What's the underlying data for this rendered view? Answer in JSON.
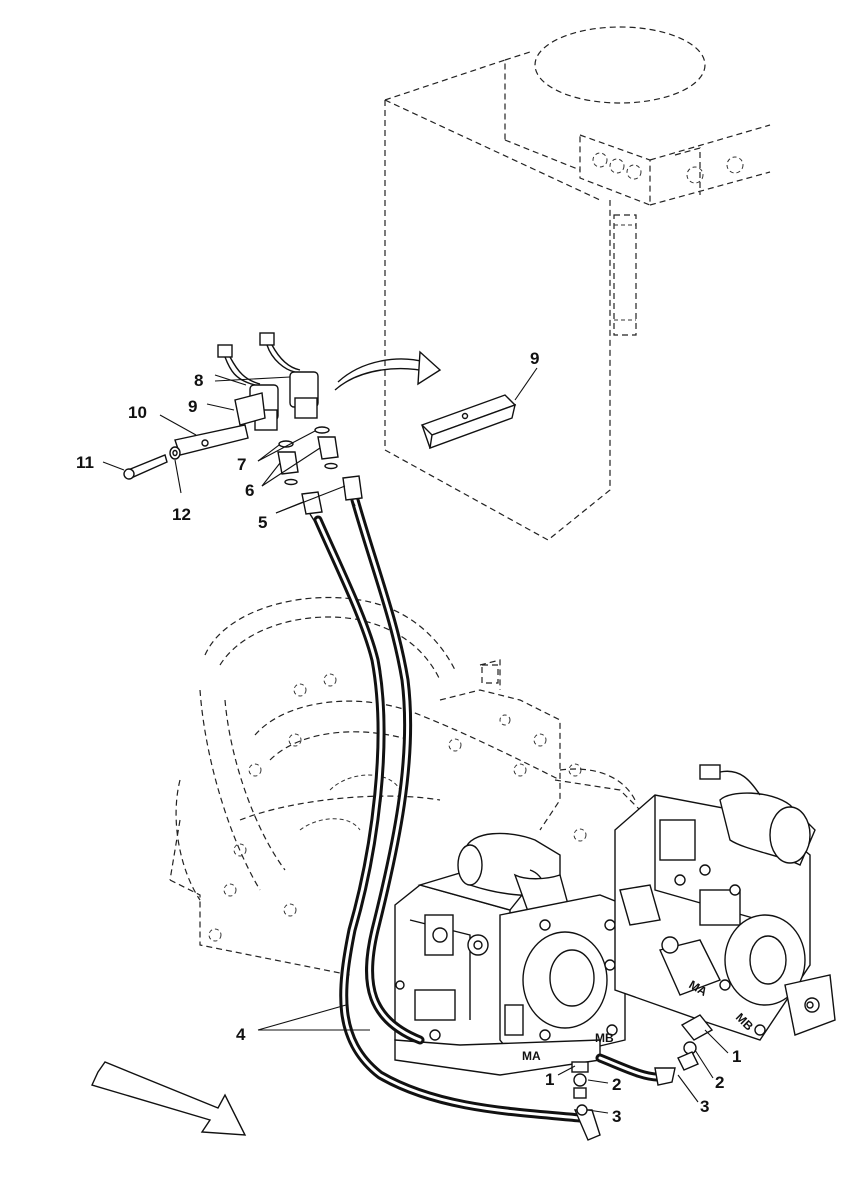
{
  "callouts": {
    "c1a": "1",
    "c1b": "1",
    "c2a": "2",
    "c2b": "2",
    "c3a": "3",
    "c3b": "3",
    "c4": "4",
    "c5": "5",
    "c6": "6",
    "c7": "7",
    "c8": "8",
    "c9a": "9",
    "c9b": "9",
    "c10": "10",
    "c11": "11",
    "c12": "12"
  },
  "ports": {
    "ma_left": "MA",
    "mb_left": "MB",
    "ma_right": "MA",
    "mb_right": "MB"
  }
}
